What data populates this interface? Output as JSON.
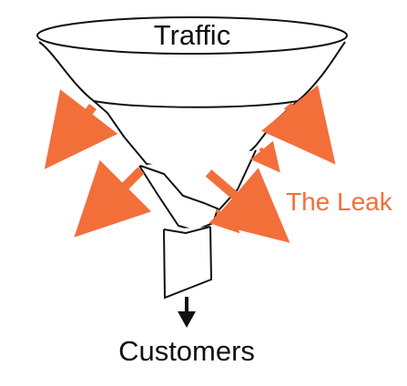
{
  "diagram": {
    "top_label": "Traffic",
    "leak_label": "The Leak",
    "bottom_label": "Customers",
    "icons": {
      "arrows": "orange-leak-arrow",
      "down": "down-arrow"
    },
    "colors": {
      "stroke": "#111111",
      "fill": "#ffffff",
      "leak": "#f36f3a",
      "text": "#111111"
    }
  }
}
